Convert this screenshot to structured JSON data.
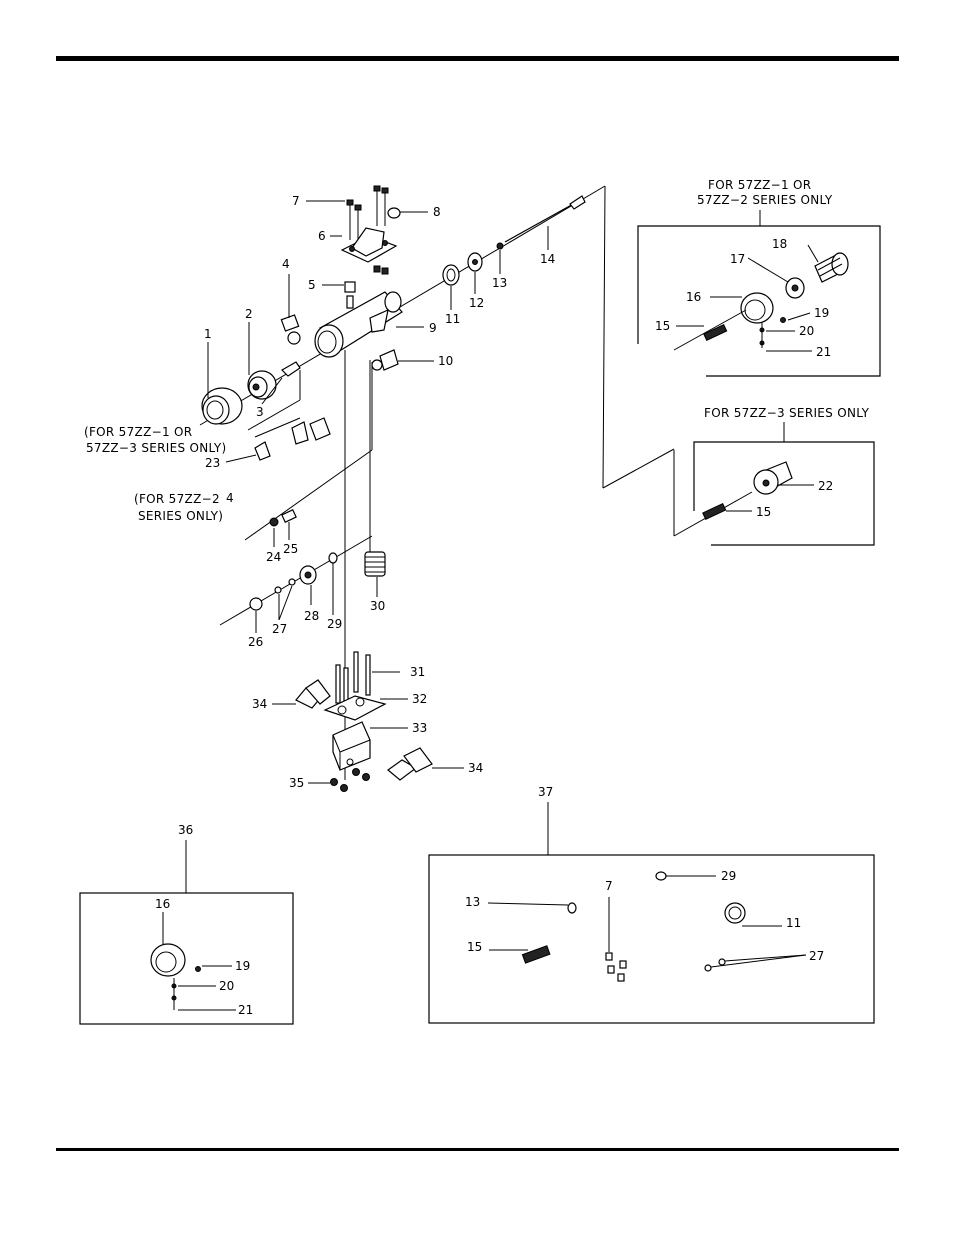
{
  "callouts": {
    "c1": "1",
    "c2": "2",
    "c3": "3",
    "c4a": "4",
    "c4b": "4",
    "c5": "5",
    "c6": "6",
    "c7": "7",
    "c8": "8",
    "c9": "9",
    "c10": "10",
    "c11": "11",
    "c12": "12",
    "c13": "13",
    "c14": "14",
    "c15a": "15",
    "c15b": "15",
    "c16": "16",
    "c17": "17",
    "c18": "18",
    "c19": "19",
    "c20": "20",
    "c21": "21",
    "c22": "22",
    "c23": "23",
    "c24": "24",
    "c25": "25",
    "c26": "26",
    "c27": "27",
    "c28": "28",
    "c29": "29",
    "c30": "30",
    "c31": "31",
    "c32": "32",
    "c33": "33",
    "c34a": "34",
    "c34b": "34",
    "c35": "35",
    "c36": "36",
    "c37": "37",
    "k16": "16",
    "k19": "19",
    "k20": "20",
    "k21": "21",
    "k13": "13",
    "k7": "7",
    "k29": "29",
    "k11": "11",
    "k15": "15",
    "k27": "27"
  },
  "notes": {
    "box1_line1": "FOR 57ZZ−1 OR",
    "box1_line2": "57ZZ−2 SERIES ONLY",
    "box2_line1": "FOR 57ZZ−3 SERIES ONLY",
    "left1_line1": "(FOR 57ZZ−1 OR",
    "left1_line2": "57ZZ−3 SERIES ONLY)",
    "left2_line1": "(FOR 57ZZ−2",
    "left2_line2": "SERIES ONLY)"
  }
}
